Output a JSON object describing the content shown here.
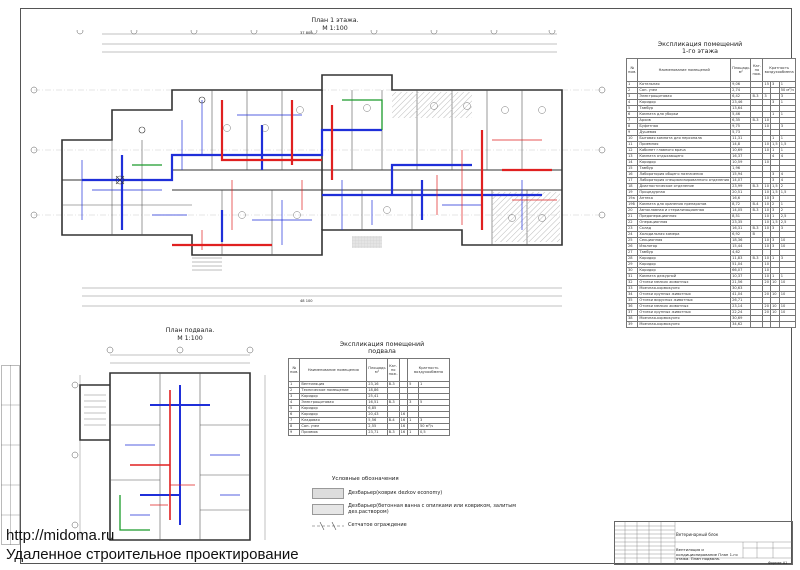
{
  "plan1": {
    "title": "План 1 этажа.",
    "scale": "М 1:100",
    "dimension_top": "37 800",
    "dimension_bottom": "48 100"
  },
  "plan_basement": {
    "title": "План подвала.",
    "scale": "М 1:100"
  },
  "explication1": {
    "title": "Экспликация помещений",
    "subtitle": "1-го этажа",
    "headers": [
      "№ пом.",
      "Наименование помещений",
      "Площадь м²",
      "Кат. по пож.",
      "Кратность воздухообмена"
    ],
    "rows": [
      [
        "1",
        "Котельная",
        "9,06",
        "",
        "15",
        "3",
        "1"
      ],
      [
        "2",
        "Сан. узел",
        "2,74",
        "",
        "",
        "",
        "50 м³/ч"
      ],
      [
        "3",
        "Электрощитовая",
        "6,42",
        "В-3",
        "3",
        "",
        "3"
      ],
      [
        "4",
        "Коридор",
        "23,46",
        "",
        "",
        "3",
        "1"
      ],
      [
        "5",
        "Тамбур",
        "13,64",
        "",
        "",
        "",
        ""
      ],
      [
        "6",
        "Комната для уборки",
        "5,46",
        "",
        "",
        "1",
        "1"
      ],
      [
        "7",
        "Архив",
        "6,35",
        "В-3",
        "10",
        "",
        ""
      ],
      [
        "8",
        "Буфетная",
        "9,75",
        "",
        "10",
        "",
        "3"
      ],
      [
        "9",
        "Душевая",
        "5,73",
        "",
        "",
        "",
        ""
      ],
      [
        "10",
        "Бытовая комната для персонала",
        "11,31",
        "",
        "",
        "1",
        "1"
      ],
      [
        "11",
        "Приемная",
        "14,8",
        "",
        "10",
        "1,5",
        "1,5"
      ],
      [
        "12",
        "Кабинет главного врача",
        "10,69",
        "",
        "10",
        "1",
        "1"
      ],
      [
        "13",
        "Комната отдыхающего",
        "16,37",
        "",
        "",
        "4",
        "4"
      ],
      [
        "14",
        "Коридор",
        "10,59",
        "",
        "10",
        "",
        ""
      ],
      [
        "15",
        "Тамбур",
        "1,96",
        "",
        "",
        "",
        ""
      ],
      [
        "16",
        "Лаборатория общего назначения",
        "15,94",
        "",
        "",
        "3",
        "4"
      ],
      [
        "17",
        "Лаборатория специализированного отделения",
        "14,07",
        "",
        "",
        "3",
        "4"
      ],
      [
        "18",
        "Диагностическое отделение",
        "23,99",
        "В-3",
        "10",
        "1,5",
        "2"
      ],
      [
        "19",
        "Процедурная",
        "20,51",
        "",
        "10",
        "1,5",
        "1,5"
      ],
      [
        "19a",
        "Аптека",
        "16,6",
        "",
        "10",
        "3",
        ""
      ],
      [
        "19б",
        "Комната для хранения препаратов",
        "8,72",
        "В-4",
        "10",
        "2",
        "1"
      ],
      [
        "20",
        "Автоклавная и стерилизационная",
        "14,05",
        "В-3",
        "10",
        "3",
        "2"
      ],
      [
        "21",
        "Предоперационная",
        "8,51",
        "",
        "10",
        "1",
        "2,5"
      ],
      [
        "22",
        "Операционная",
        "23,35",
        "",
        "10",
        "1,5",
        "2,5"
      ],
      [
        "23",
        "Склад",
        "16,31",
        "В-3",
        "10",
        "3",
        "3"
      ],
      [
        "24",
        "Холодильная камера",
        "6,92",
        "В",
        "",
        "",
        ""
      ],
      [
        "25",
        "Секционная",
        "18,36",
        "",
        "10",
        "3",
        "10"
      ],
      [
        "26",
        "Изолятор",
        "15,44",
        "",
        "10",
        "3",
        "10"
      ],
      [
        "27",
        "Тамбур",
        "4,62",
        "",
        "",
        "",
        ""
      ],
      [
        "28",
        "Коридор",
        "11,83",
        "В-3",
        "10",
        "1",
        "3"
      ],
      [
        "29",
        "Коридор",
        "51,04",
        "",
        "10",
        "",
        ""
      ],
      [
        "30",
        "Коридор",
        "66,07",
        "",
        "10",
        "",
        ""
      ],
      [
        "31",
        "Комната дежурной",
        "10,37",
        "",
        "10",
        "1",
        "1"
      ],
      [
        "32",
        "Отсеки мелких животных",
        "21,56",
        "",
        "20",
        "10",
        "10"
      ],
      [
        "33",
        "Моечная-кормокухня",
        "30,63",
        "",
        "",
        "",
        ""
      ],
      [
        "34",
        "Отсеки крупных животных",
        "41,04",
        "",
        "20",
        "10",
        "10"
      ],
      [
        "35",
        "Отсеки вирусных животных",
        "26,71",
        "",
        "",
        "",
        ""
      ],
      [
        "36",
        "Отсеки мелких животных",
        "23,14",
        "",
        "20",
        "10",
        "10"
      ],
      [
        "37",
        "Отсеки крупных животных",
        "22,24",
        "",
        "20",
        "10",
        "10"
      ],
      [
        "38",
        "Моечная-кормокухня",
        "30,69",
        "",
        "",
        "",
        ""
      ],
      [
        "39",
        "Моечная-кормокухня",
        "34,62",
        "",
        "",
        "",
        ""
      ]
    ]
  },
  "explication_basement": {
    "title": "Экспликация помещений",
    "subtitle": "подвала",
    "headers": [
      "№ пом.",
      "Наименование помещения",
      "Площадь м²",
      "Кат. по пож.",
      "",
      "Кратность воздухообмена"
    ],
    "rows": [
      [
        "1",
        "Вентиляция",
        "23,16",
        "В-3",
        "",
        "5",
        "1"
      ],
      [
        "2",
        "Техническое помещение",
        "18,86",
        "",
        "",
        "",
        ""
      ],
      [
        "3",
        "Коридор",
        "25,41",
        "",
        "",
        "",
        ""
      ],
      [
        "4",
        "Электрощитовая",
        "16,51",
        "В-3",
        "",
        "3",
        "5"
      ],
      [
        "5",
        "Коридор",
        "6,85",
        "",
        "",
        "",
        ""
      ],
      [
        "6",
        "Коридор",
        "20,43",
        "",
        "16",
        "",
        ""
      ],
      [
        "7",
        "Кладовая",
        "5,56",
        "В-4",
        "16",
        "1",
        "3"
      ],
      [
        "8",
        "Сан. узел",
        "2,55",
        "",
        "16",
        "",
        "50 м³/ч"
      ],
      [
        "9",
        "Приямок",
        "23,71",
        "В-3",
        "16",
        "1",
        "0,5"
      ]
    ]
  },
  "legend": {
    "title": "Условные обозначения",
    "items": [
      "Дезбарьер(коврик dezkov economy)",
      "Дезбарьер(бетонная ванна с опилками или ковриком, залитым дез.раствором)",
      "Сетчатое ограждение"
    ]
  },
  "titleblock": {
    "object": "Ветеринарный блок",
    "sheet_name": "Вентиляция и кондиционирование План 1-го этажа. План подвала.",
    "format": "Формат А1"
  },
  "watermark": {
    "url": "http://midoma.ru",
    "slogan": "Удаленное строительное проектирование"
  },
  "colors": {
    "supply": "#1f2fd9",
    "exhaust": "#e02020",
    "green": "#1a9a2a",
    "walls": "#333333",
    "hatch": "#bdbdbd"
  }
}
